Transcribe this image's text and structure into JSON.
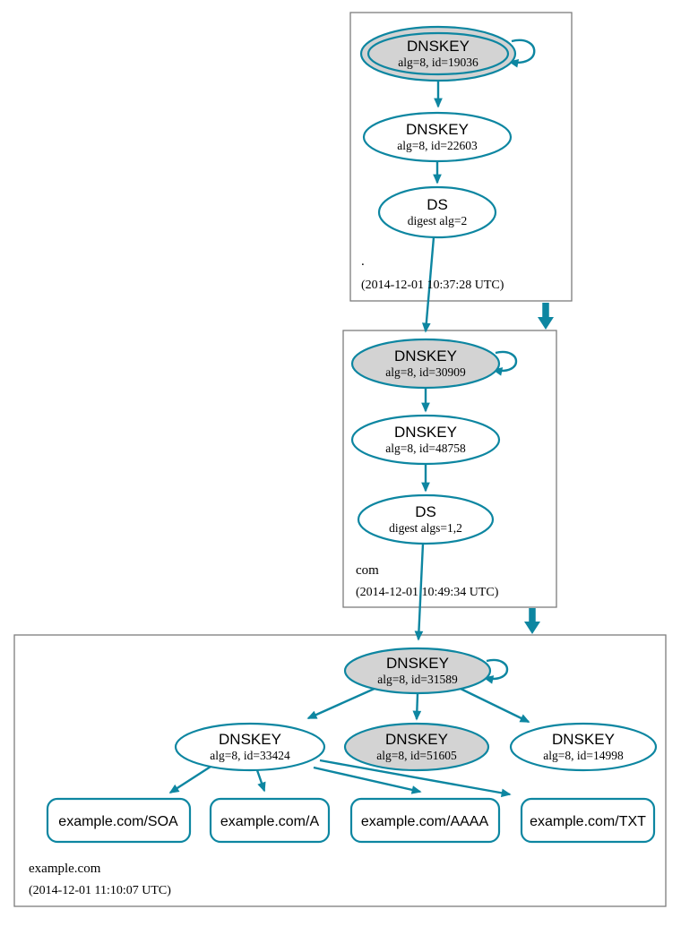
{
  "colors": {
    "accent_teal": "#0d86a1",
    "ksk_fill": "#d3d3d3",
    "node_fill": "#ffffff",
    "zone_border": "#7d7d7d",
    "text": "#000000"
  },
  "zones": [
    {
      "name": ".",
      "timestamp": "(2014-12-01 10:37:28 UTC)",
      "nodes": [
        {
          "title": "DNSKEY",
          "subtitle": "alg=8, id=19036",
          "style": "ksk-sep-double-border"
        },
        {
          "title": "DNSKEY",
          "subtitle": "alg=8, id=22603",
          "style": "zsk"
        },
        {
          "title": "DS",
          "subtitle": "digest alg=2",
          "style": "ds"
        }
      ]
    },
    {
      "name": "com",
      "timestamp": "(2014-12-01 10:49:34 UTC)",
      "nodes": [
        {
          "title": "DNSKEY",
          "subtitle": "alg=8, id=30909",
          "style": "ksk"
        },
        {
          "title": "DNSKEY",
          "subtitle": "alg=8, id=48758",
          "style": "zsk"
        },
        {
          "title": "DS",
          "subtitle": "digest algs=1,2",
          "style": "ds"
        }
      ]
    },
    {
      "name": "example.com",
      "timestamp": "(2014-12-01 11:10:07 UTC)",
      "nodes": [
        {
          "title": "DNSKEY",
          "subtitle": "alg=8, id=31589",
          "style": "ksk"
        },
        {
          "title": "DNSKEY",
          "subtitle": "alg=8, id=33424",
          "style": "zsk"
        },
        {
          "title": "DNSKEY",
          "subtitle": "alg=8, id=51605",
          "style": "ksk"
        },
        {
          "title": "DNSKEY",
          "subtitle": "alg=8, id=14998",
          "style": "zsk"
        }
      ],
      "rrsets": [
        {
          "label": "example.com/SOA"
        },
        {
          "label": "example.com/A"
        },
        {
          "label": "example.com/AAAA"
        },
        {
          "label": "example.com/TXT"
        }
      ]
    }
  ]
}
